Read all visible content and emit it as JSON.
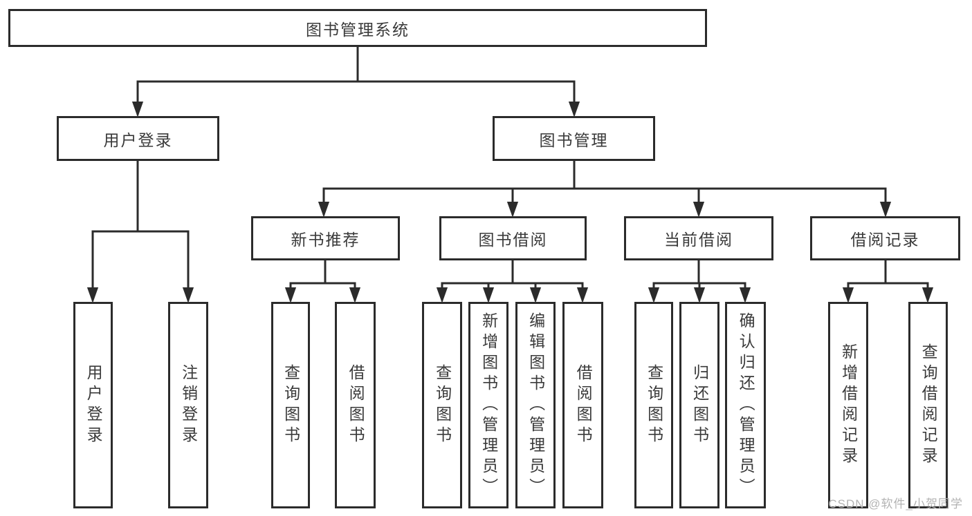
{
  "diagram": {
    "type": "hierarchy-tree",
    "root": "图书管理系统",
    "level2": [
      "用户登录",
      "图书管理"
    ],
    "level3": [
      "新书推荐",
      "图书借阅",
      "当前借阅",
      "借阅记录"
    ],
    "leaves": [
      "用户登录",
      "注销登录",
      "查询图书",
      "借阅图书",
      "查询图书",
      "新增图书（管理员）",
      "编辑图书（管理员）",
      "借阅图书",
      "查询图书",
      "归还图书",
      "确认归还（管理员）",
      "新增借阅记录",
      "查询借阅记录"
    ],
    "structure": {
      "图书管理系统": [
        "用户登录",
        "图书管理"
      ],
      "用户登录": [
        "用户登录",
        "注销登录"
      ],
      "图书管理": [
        "新书推荐",
        "图书借阅",
        "当前借阅",
        "借阅记录"
      ],
      "新书推荐": [
        "查询图书",
        "借阅图书"
      ],
      "图书借阅": [
        "查询图书",
        "新增图书（管理员）",
        "编辑图书（管理员）",
        "借阅图书"
      ],
      "当前借阅": [
        "查询图书",
        "归还图书",
        "确认归还（管理员）"
      ],
      "借阅记录": [
        "新增借阅记录",
        "查询借阅记录"
      ]
    },
    "colors": {
      "line": "#2b2b2b",
      "text": "#3a3a3a",
      "watermark": "#b3b3b3",
      "background": "#ffffff"
    }
  },
  "watermark": "CSDN @软件_小贺同学"
}
